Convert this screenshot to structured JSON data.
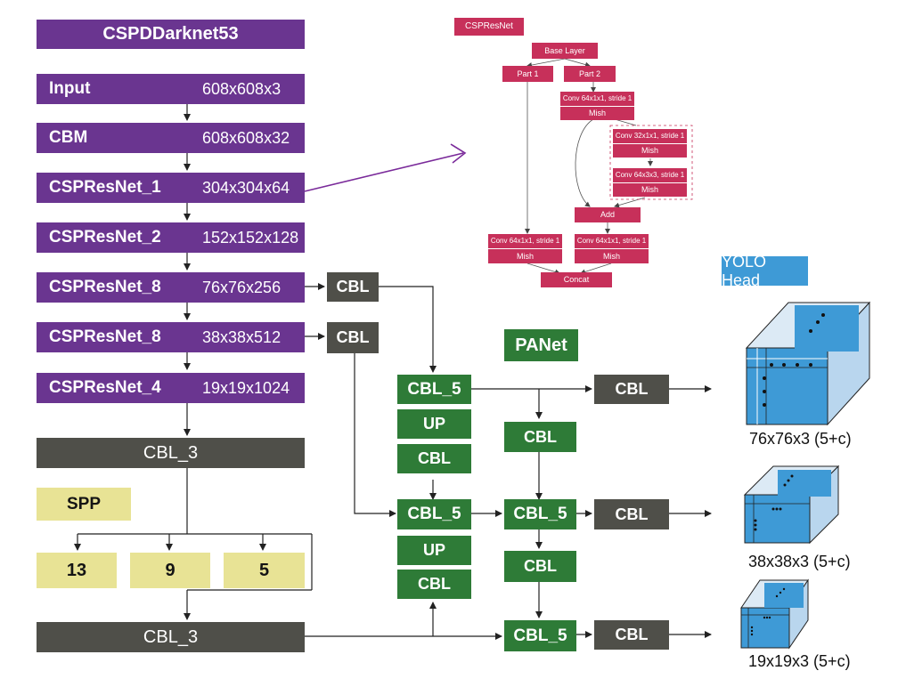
{
  "backbone": {
    "title": "CSPDDarknet53",
    "rows": [
      {
        "name": "Input",
        "dim": "608x608x3"
      },
      {
        "name": "CBM",
        "dim": "608x608x32"
      },
      {
        "name": "CSPResNet_1",
        "dim": "304x304x64"
      },
      {
        "name": "CSPResNet_2",
        "dim": "152x152x128"
      },
      {
        "name": "CSPResNet_8",
        "dim": "76x76x256"
      },
      {
        "name": "CSPResNet_8",
        "dim": "38x38x512"
      },
      {
        "name": "CSPResNet_4",
        "dim": "19x19x1024"
      }
    ]
  },
  "cbl3": "CBL_3",
  "spp": {
    "title": "SPP",
    "pools": [
      "13",
      "9",
      "5"
    ]
  },
  "cbl": "CBL",
  "cbl5": "CBL_5",
  "up": "UP",
  "panet": "PANet",
  "yolo": {
    "title": "YOLO Head",
    "outputs": [
      "76x76x3 (5+c)",
      "38x38x3 (5+c)",
      "19x19x3 (5+c)"
    ]
  },
  "cspresnet_detail": {
    "title": "CSPResNet",
    "base_layer": "Base Layer",
    "part1": "Part 1",
    "part2": "Part 2",
    "conv_a": "Conv 64x1x1, stride 1",
    "conv_b": "Conv 32x1x1, stride 1",
    "conv_c": "Conv 64x3x3, stride 1",
    "mish": "Mish",
    "add": "Add",
    "concat": "Concat"
  },
  "colors": {
    "backbone": "#6a3590",
    "cbl": "#4f4f49",
    "panet": "#2e7b37",
    "spp": "#e8e395",
    "head": "#3e9ad6",
    "detail": "#c7305a"
  }
}
